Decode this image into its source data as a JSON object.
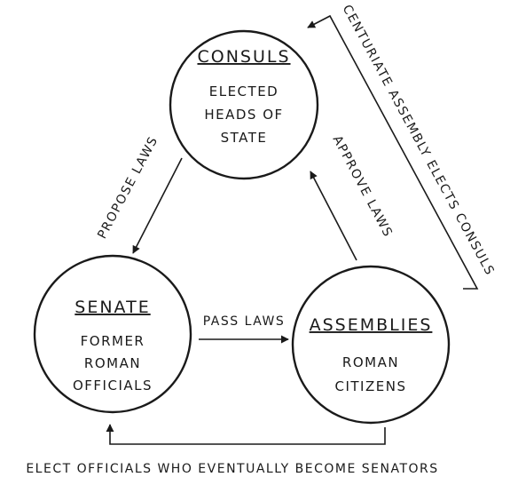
{
  "nodes": {
    "consuls": {
      "title": "CONSULS",
      "desc": [
        "ELECTED",
        "HEADS OF",
        "STATE"
      ]
    },
    "senate": {
      "title": "SENATE",
      "desc": [
        "FORMER",
        "ROMAN",
        "OFFICIALS"
      ]
    },
    "assemblies": {
      "title": "ASSEMBLIES",
      "desc": [
        "ROMAN",
        "CITIZENS"
      ]
    }
  },
  "edges": {
    "propose_laws": "PROPOSE LAWS",
    "approve_laws": "APPROVE LAWS",
    "pass_laws": "PASS LAWS",
    "centuriate": "CENTURIATE ASSEMBLY ELECTS CONSULS",
    "elect_officials": "ELECT OFFICIALS WHO EVENTUALLY BECOME SENATORS"
  }
}
